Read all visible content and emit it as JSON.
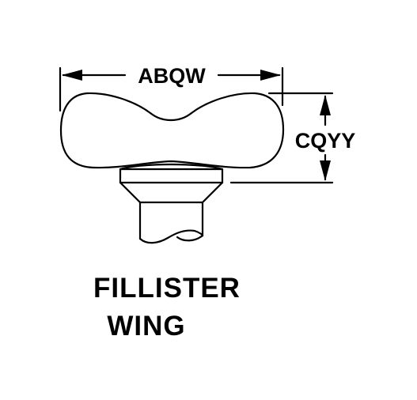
{
  "dimensions": {
    "width_label": "ABQW",
    "height_label": "CQYY"
  },
  "caption": {
    "line1": "FILLISTER",
    "line2": "WING"
  },
  "colors": {
    "line": "#000000",
    "background": "#ffffff"
  }
}
